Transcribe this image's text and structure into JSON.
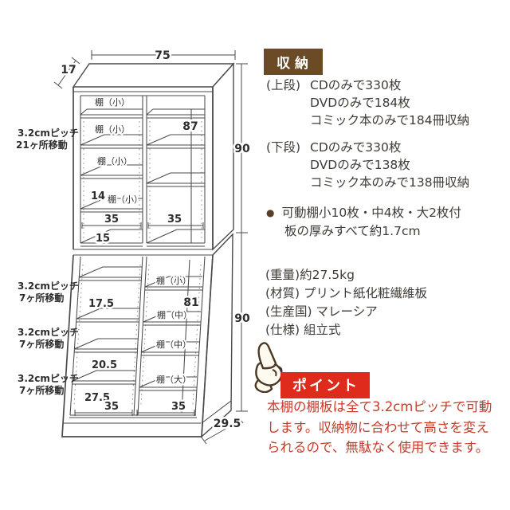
{
  "colors": {
    "badge_brown": "#6b4a26",
    "badge_red": "#df2b1c",
    "point_text_red": "#c83a2a",
    "line_gray": "#4a4a4a"
  },
  "diagram": {
    "width_top": "75",
    "depth_top": "17",
    "height_upper": "90",
    "height_lower": "90",
    "depth_bottom": "29.5",
    "pitch_upper_line1": "3.2cmピッチ",
    "pitch_upper_line2": "21ヶ所移動",
    "pitch_lower_line1": "3.2cmピッチ",
    "pitch_lower_line2": "7ヶ所移動",
    "shelf_small": "棚（小）",
    "shelf_mid": "棚（中）",
    "shelf_large": "棚（大）",
    "upper": {
      "inner_height_right": "87",
      "inner_14": "14",
      "inner_width_left": "35",
      "inner_width_right": "35",
      "inner_15": "15"
    },
    "lower": {
      "inner_height_right": "81",
      "inner_17_5": "17.5",
      "inner_20_5": "20.5",
      "inner_27_5": "27.5",
      "inner_width_left": "35",
      "inner_width_right": "35"
    }
  },
  "storage": {
    "header": "収納",
    "upper_label": "(上段)",
    "upper_lines": [
      "CDのみで330枚",
      "DVDのみで184枚",
      "コミック本のみで184冊収納"
    ],
    "lower_label": "(下段)",
    "lower_lines": [
      "CDのみで330枚",
      "DVDのみで138枚",
      "コミック本のみで138冊収納"
    ],
    "bullet_glyph": "●",
    "bullet_line1": "可動棚小10枚・中4枚・大2枚付",
    "bullet_line2": "板の厚みすべて約1.7cm"
  },
  "specs": {
    "lines": [
      "(重量)約27.5kg",
      "(材質) プリント紙化粧繊維板",
      "(生産国) マレーシア",
      "(仕様) 組立式"
    ]
  },
  "point": {
    "header": "ポイント",
    "lines": [
      "本棚の棚板は全て3.2cmピッチで可動",
      "します。収納物に合わせて高さを変え",
      "られるので、無駄なく使用できます。"
    ]
  }
}
